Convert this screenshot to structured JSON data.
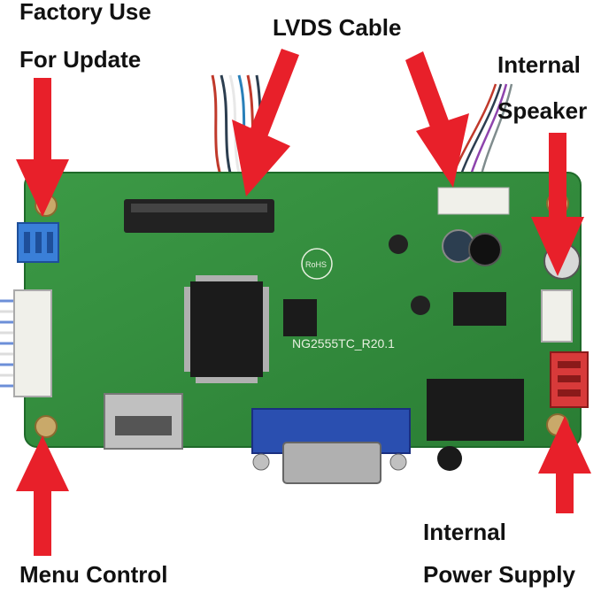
{
  "labels": {
    "factory_use": "Factory Use",
    "for_update": "For Update",
    "lvds_cable": "LVDS Cable",
    "internal_speaker_1": "Internal",
    "internal_speaker_2": "Speaker",
    "menu_control": "Menu Control",
    "internal_power_1": "Internal",
    "internal_power_2": "Power Supply"
  },
  "board": {
    "silkscreen_model": "NG2555TC_R20.1",
    "rohs_mark": "RoHS"
  },
  "colors": {
    "arrow": "#e8202a",
    "pcb": "#2f8a3a",
    "pcb_dark": "#1f6a2a",
    "vga_blue": "#2a4fb0",
    "connector_blue": "#3a7fd8",
    "connector_red": "#d83a3a",
    "connector_white": "#f0f0ea"
  }
}
